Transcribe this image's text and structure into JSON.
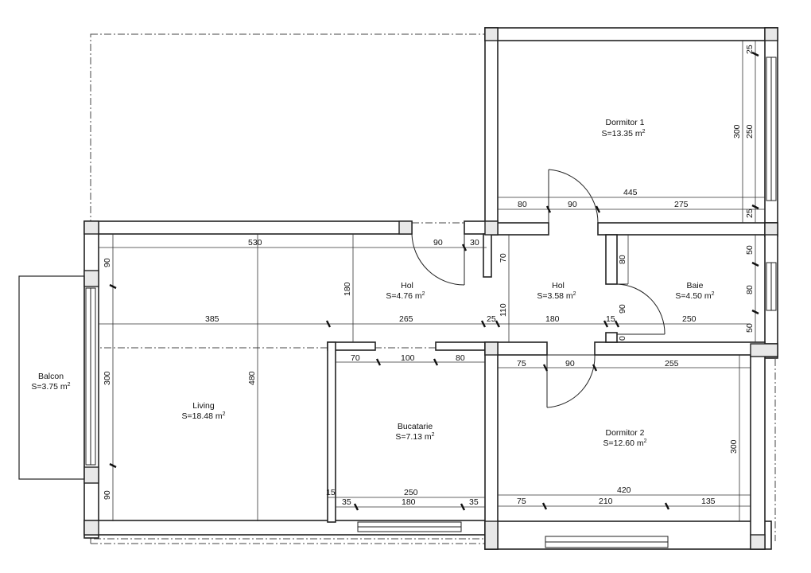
{
  "rooms": [
    {
      "id": "dormitor-1",
      "name": "Dormitor 1",
      "area": "S=13.35 m",
      "sup": "2"
    },
    {
      "id": "hol-1",
      "name": "Hol",
      "area": "S=4.76 m",
      "sup": "2"
    },
    {
      "id": "hol-2",
      "name": "Hol",
      "area": "S=3.58 m",
      "sup": "2"
    },
    {
      "id": "baie",
      "name": "Baie",
      "area": "S=4.50 m",
      "sup": "2"
    },
    {
      "id": "balcon",
      "name": "Balcon",
      "area": "S=3.75 m",
      "sup": "2"
    },
    {
      "id": "living",
      "name": "Living",
      "area": "S=18.48 m",
      "sup": "2"
    },
    {
      "id": "bucatarie",
      "name": "Bucatarie",
      "area": "S=7.13 m",
      "sup": "2"
    },
    {
      "id": "dormitor-2",
      "name": "Dormitor 2",
      "area": "S=12.60 m",
      "sup": "2"
    }
  ],
  "dims": [
    {
      "id": "d445",
      "text": "445"
    },
    {
      "id": "d80a",
      "text": "80"
    },
    {
      "id": "d90a",
      "text": "90"
    },
    {
      "id": "d275",
      "text": "275"
    },
    {
      "id": "d530",
      "text": "530"
    },
    {
      "id": "d90b",
      "text": "90"
    },
    {
      "id": "d30",
      "text": "30"
    },
    {
      "id": "d385",
      "text": "385"
    },
    {
      "id": "d265",
      "text": "265"
    },
    {
      "id": "d25a",
      "text": "25"
    },
    {
      "id": "d180a",
      "text": "180"
    },
    {
      "id": "d15a",
      "text": "15"
    },
    {
      "id": "d250a",
      "text": "250"
    },
    {
      "id": "d70a",
      "text": "70"
    },
    {
      "id": "d100",
      "text": "100"
    },
    {
      "id": "d80b",
      "text": "80"
    },
    {
      "id": "d75a",
      "text": "75"
    },
    {
      "id": "d90c",
      "text": "90"
    },
    {
      "id": "d255",
      "text": "255"
    },
    {
      "id": "d15b",
      "text": "15"
    },
    {
      "id": "d250b",
      "text": "250"
    },
    {
      "id": "d35a",
      "text": "35"
    },
    {
      "id": "d180b",
      "text": "180"
    },
    {
      "id": "d35b",
      "text": "35"
    },
    {
      "id": "d420",
      "text": "420"
    },
    {
      "id": "d75b",
      "text": "75"
    },
    {
      "id": "d210",
      "text": "210"
    },
    {
      "id": "d135",
      "text": "135"
    },
    {
      "id": "v90a",
      "text": "90"
    },
    {
      "id": "v300a",
      "text": "300"
    },
    {
      "id": "v90b",
      "text": "90"
    },
    {
      "id": "v480",
      "text": "480"
    },
    {
      "id": "v180",
      "text": "180"
    },
    {
      "id": "v70",
      "text": "70"
    },
    {
      "id": "v110",
      "text": "110"
    },
    {
      "id": "v80a",
      "text": "80"
    },
    {
      "id": "v90c",
      "text": "90"
    },
    {
      "id": "v0",
      "text": "0"
    },
    {
      "id": "v25a",
      "text": "25"
    },
    {
      "id": "v300b",
      "text": "300"
    },
    {
      "id": "v250",
      "text": "250"
    },
    {
      "id": "v25b",
      "text": "25"
    },
    {
      "id": "v50a",
      "text": "50"
    },
    {
      "id": "v80b",
      "text": "80"
    },
    {
      "id": "v50b",
      "text": "50"
    },
    {
      "id": "v300c",
      "text": "300"
    }
  ]
}
